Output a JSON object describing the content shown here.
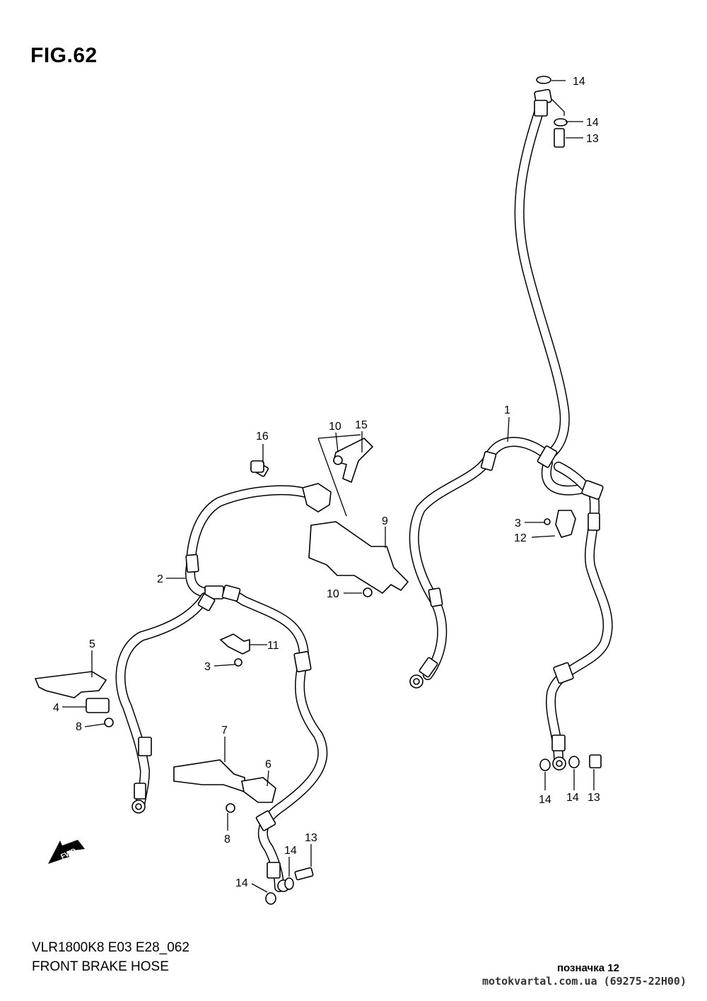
{
  "figure": {
    "title": "FIG.62",
    "model_code": "VLR1800K8 E03 E28_062",
    "caption": "FRONT BRAKE HOSE",
    "note": "позначка 12",
    "site": "motokvartal.com.ua (69275-22H00)",
    "fwd_label": "FWD"
  },
  "callouts": {
    "c1": "1",
    "c2": "2",
    "c3a": "3",
    "c3b": "3",
    "c4": "4",
    "c5": "5",
    "c6": "6",
    "c7": "7",
    "c8a": "8",
    "c8b": "8",
    "c9": "9",
    "c10a": "10",
    "c10b": "10",
    "c11": "11",
    "c12": "12",
    "c13a": "13",
    "c13b": "13",
    "c13c": "13",
    "c14a": "14",
    "c14b": "14",
    "c14c": "14",
    "c14d": "14",
    "c14e": "14",
    "c14f": "14",
    "c15": "15",
    "c16": "16"
  }
}
